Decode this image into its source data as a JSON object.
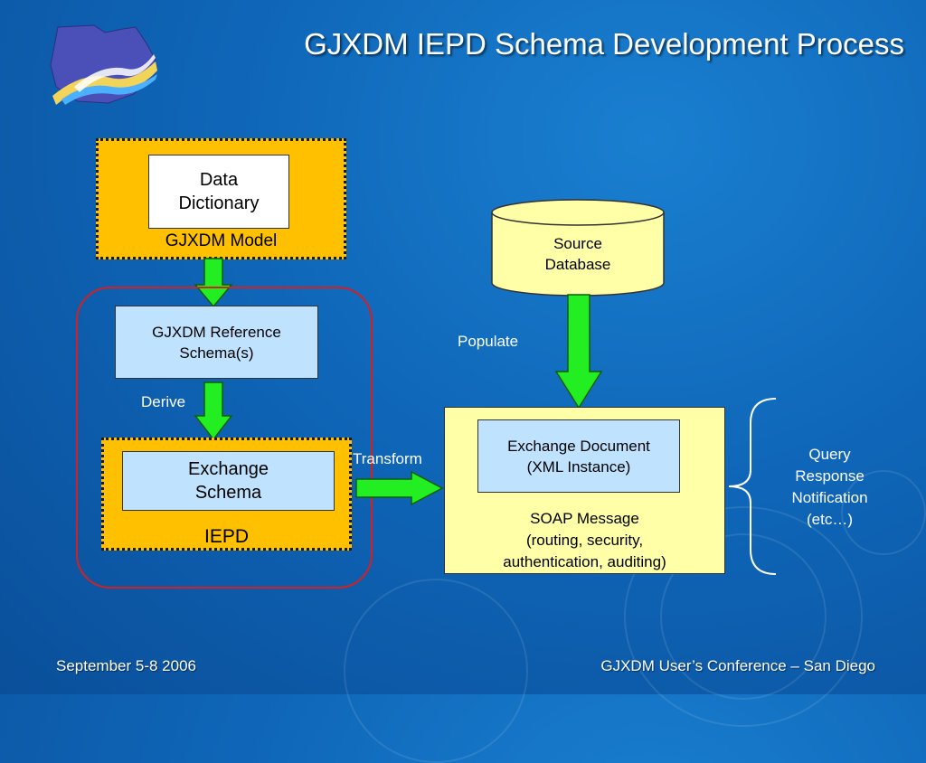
{
  "title": "GJXDM IEPD Schema Development Process",
  "footer": {
    "left": "September 5-8 2006",
    "right": "GJXDM User’s Conference – San Diego"
  },
  "logo_icon": "shield-wave-logo-icon",
  "diagram": {
    "data_dictionary": "Data\nDictionary",
    "gjxdm_model": "GJXDM Model",
    "reference_schema": "GJXDM Reference\nSchema(s)",
    "derive": "Derive",
    "exchange_schema": "Exchange\nSchema",
    "iepd": "IEPD",
    "transform": "Transform",
    "source_database": "Source\nDatabase",
    "populate": "Populate",
    "exchange_document": "Exchange Document\n(XML Instance)",
    "soap_message": "SOAP Message\n(routing, security,\nauthentication, auditing)",
    "query_list": "Query\nResponse\nNotification\n(etc…)"
  },
  "colors": {
    "arrow_green": "#22ee22",
    "model_yellow": "#ffc000",
    "soap_yellow": "#ffffa8",
    "schema_blue": "#bfe3ff",
    "iepd_red": "#d42020"
  }
}
